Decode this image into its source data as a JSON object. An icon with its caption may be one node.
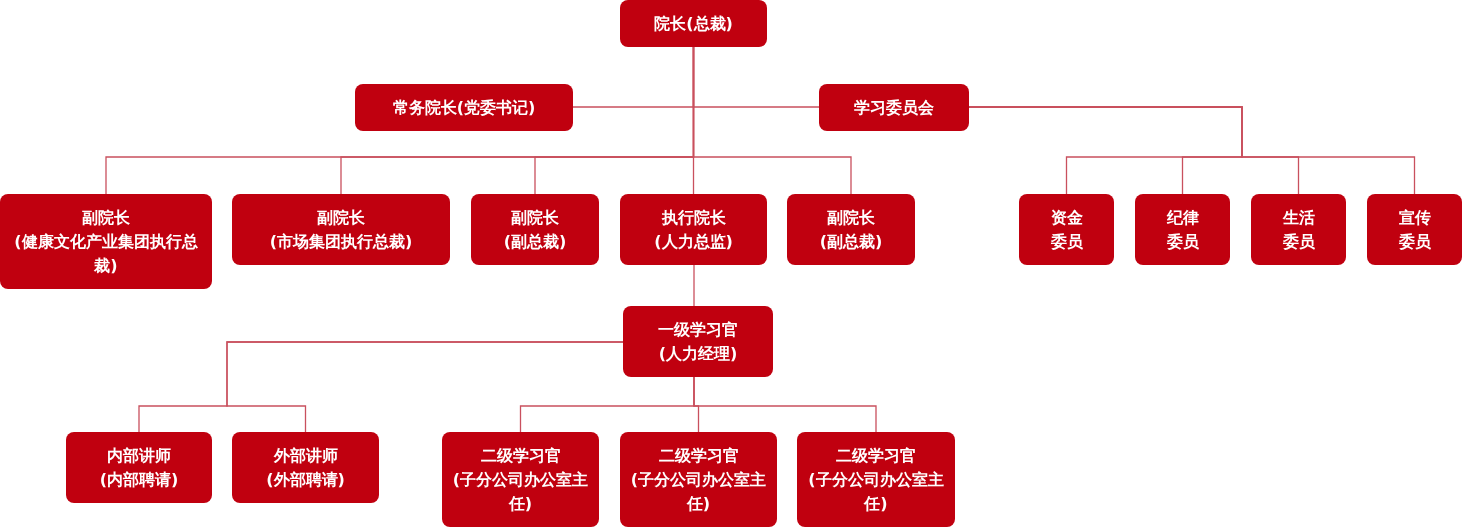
{
  "diagram": {
    "nodes": [
      {
        "text": [
          "院长(总裁)"
        ]
      },
      {
        "text": [
          "常务院长(党委书记)"
        ]
      },
      {
        "text": [
          "学习委员会"
        ]
      },
      {
        "text": [
          "副院长",
          "(健康文化产业集团执行总裁)"
        ]
      },
      {
        "text": [
          "副院长",
          "(市场集团执行总裁)"
        ]
      },
      {
        "text": [
          "副院长",
          "(副总裁)"
        ]
      },
      {
        "text": [
          "执行院长",
          "(人力总监)"
        ]
      },
      {
        "text": [
          "副院长",
          "(副总裁)"
        ]
      },
      {
        "text": [
          "资金",
          "委员"
        ]
      },
      {
        "text": [
          "纪律",
          "委员"
        ]
      },
      {
        "text": [
          "生活",
          "委员"
        ]
      },
      {
        "text": [
          "宣传",
          "委员"
        ]
      },
      {
        "text": [
          "一级学习官",
          "(人力经理)"
        ]
      },
      {
        "text": [
          "内部讲师",
          "(内部聘请)"
        ]
      },
      {
        "text": [
          "外部讲师",
          "(外部聘请)"
        ]
      },
      {
        "text": [
          "二级学习官",
          "(子分公司办公室主任)"
        ]
      },
      {
        "text": [
          "二级学习官",
          "(子分公司办公室主任)"
        ]
      },
      {
        "text": [
          "二级学习官",
          "(子分公司办公室主任)"
        ]
      }
    ],
    "edges": [
      {
        "from": 0,
        "to": 1,
        "arrow": "none"
      },
      {
        "from": 0,
        "to": 2,
        "arrow": "none"
      },
      {
        "from": 0,
        "to": 3,
        "arrow": "none"
      },
      {
        "from": 0,
        "to": 4,
        "arrow": "none"
      },
      {
        "from": 0,
        "to": 5,
        "arrow": "none"
      },
      {
        "from": 0,
        "to": 6,
        "arrow": "none"
      },
      {
        "from": 0,
        "to": 7,
        "arrow": "none"
      },
      {
        "from": 2,
        "to": 8,
        "arrow": "none"
      },
      {
        "from": 2,
        "to": 9,
        "arrow": "none"
      },
      {
        "from": 2,
        "to": 10,
        "arrow": "none"
      },
      {
        "from": 2,
        "to": 11,
        "arrow": "none"
      },
      {
        "from": 6,
        "to": 12,
        "arrow": "none"
      },
      {
        "from": 12,
        "to": 13,
        "arrow": "none"
      },
      {
        "from": 12,
        "to": 14,
        "arrow": "none"
      },
      {
        "from": 12,
        "to": 15,
        "arrow": "none"
      },
      {
        "from": 12,
        "to": 16,
        "arrow": "none"
      },
      {
        "from": 12,
        "to": 17,
        "arrow": "none"
      }
    ]
  }
}
